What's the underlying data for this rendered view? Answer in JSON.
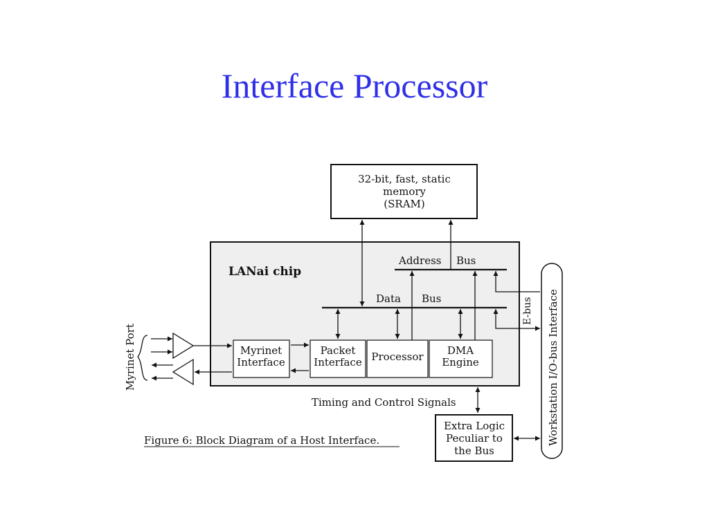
{
  "slide": {
    "title": "Interface Processor"
  },
  "diagram": {
    "sram": [
      "32-bit, fast, static",
      "memory",
      "(SRAM)"
    ],
    "chip_label": "LANai chip",
    "address_bus": [
      "Address",
      "Bus"
    ],
    "data_bus": [
      "Data",
      "Bus"
    ],
    "ebus": "E-bus",
    "blocks": {
      "myrinet_interface": [
        "Myrinet",
        "Interface"
      ],
      "packet_interface": [
        "Packet",
        "Interface"
      ],
      "processor": "Processor",
      "dma_engine": [
        "DMA",
        "Engine"
      ]
    },
    "myrinet_port": "Myrinet Port",
    "timing": "Timing and Control Signals",
    "extra_logic": [
      "Extra Logic",
      "Peculiar to",
      "the Bus"
    ],
    "workstation": "Workstation I/O-bus Interface",
    "caption": "Figure 6:  Block Diagram of a Host Interface."
  }
}
